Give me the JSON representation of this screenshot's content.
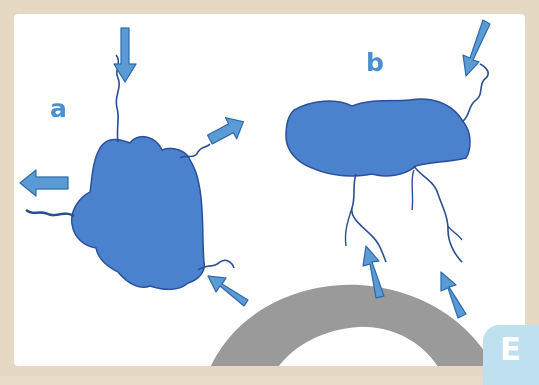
{
  "labels": {
    "cell_a": "a",
    "cell_b": "b",
    "corner_badge": "E"
  },
  "colors": {
    "cell_fill": "#4b82cd",
    "cell_outline": "#2c4f9b",
    "arrow_fill": "#5b9bd5",
    "arrow_outline": "#2f6aa8",
    "process_stroke": "#2a4f8f",
    "label": "#4a8fd0",
    "badge_bg": "#bfe0ef",
    "overlay_arc": "#9a9a9a",
    "frame": "#e6d9c3"
  }
}
